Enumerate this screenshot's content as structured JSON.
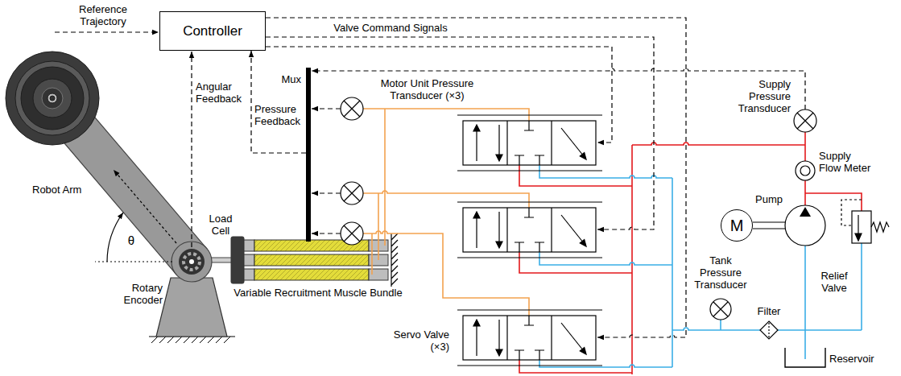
{
  "diagram": {
    "nodes": [
      {
        "text": [
          "Controller"
        ]
      },
      {
        "text": [
          "Mux"
        ]
      },
      {
        "text": [
          "M"
        ]
      }
    ],
    "edges": [
      {
        "from": 1,
        "to": 0,
        "arrow": "to",
        "label": "Pressure Feedback"
      }
    ],
    "labels": [
      "Reference Trajectory",
      "Valve Command Signals",
      "Angular Feedback",
      "Motor Unit Pressure Transducer (×3)",
      "Robot Arm",
      "θ",
      "Rotary Encoder",
      "Load Cell",
      "Variable Recruitment Muscle Bundle",
      "Servo Valve (×3)",
      "Supply Pressure Transducer",
      "Supply Flow Meter",
      "Tank Pressure Transducer",
      "Pump",
      "Relief Valve",
      "Filter",
      "Reservoir"
    ]
  }
}
